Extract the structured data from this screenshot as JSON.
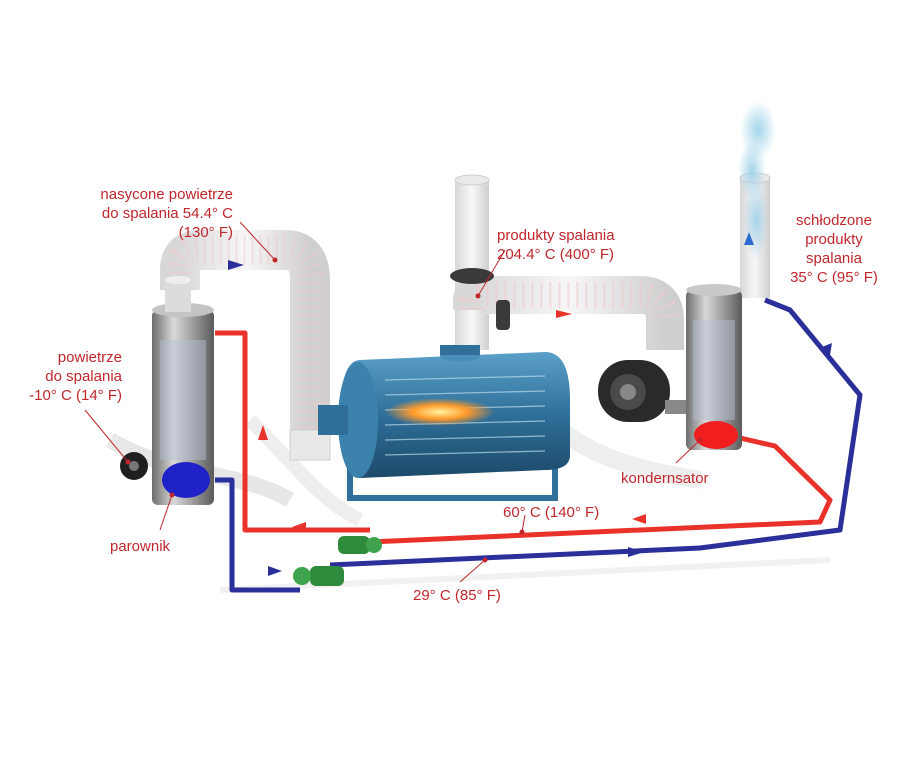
{
  "colors": {
    "label_text": "#c0272d",
    "hot_pipe": "#e8322a",
    "cold_pipe": "#2b2f9a",
    "boiler": "#2f6f99",
    "pump": "#2e8b3c"
  },
  "labels": {
    "saturated_air": [
      "nasycone powietrze",
      "do spalania 54.4° C",
      "(130° F)"
    ],
    "combustion_products": [
      "produkty spalania",
      "204.4° C (400° F)"
    ],
    "cooled_products": [
      "schłodzone",
      "produkty",
      "spalania",
      "35° C (95° F)"
    ],
    "combustion_air": [
      "powietrze",
      "do spalania",
      "-10° C (14° F)"
    ],
    "condenser": "kondernsator",
    "evaporator": "parownik",
    "hot_loop_temp": "60° C (140° F)",
    "cold_loop_temp": "29° C (85° F)"
  }
}
